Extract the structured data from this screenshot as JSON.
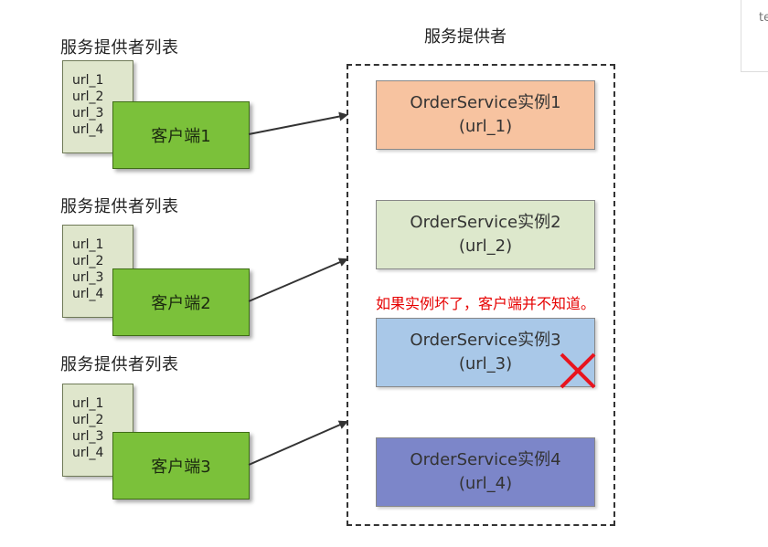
{
  "groups": [
    {
      "title": "服务提供者列表",
      "urls": [
        "url_1",
        "url_2",
        "url_3",
        "url_4"
      ],
      "client": "客户端1"
    },
    {
      "title": "服务提供者列表",
      "urls": [
        "url_1",
        "url_2",
        "url_3",
        "url_4"
      ],
      "client": "客户端2"
    },
    {
      "title": "服务提供者列表",
      "urls": [
        "url_1",
        "url_2",
        "url_3",
        "url_4"
      ],
      "client": "客户端3"
    }
  ],
  "providers": {
    "title": "服务提供者",
    "instances": [
      {
        "name": "OrderService实例1",
        "url": "(url_1)",
        "color": "#f7c3a0"
      },
      {
        "name": "OrderService实例2",
        "url": "(url_2)",
        "color": "#dde8cc"
      },
      {
        "name": "OrderService实例3",
        "url": "(url_3)",
        "color": "#a9c8e8"
      },
      {
        "name": "OrderService实例4",
        "url": "(url_4)",
        "color": "#7c86c9"
      }
    ]
  },
  "note": "如果实例坏了，客户端并不知道。",
  "side_panel": {
    "text": "te"
  },
  "colors": {
    "client": "#7bc13a",
    "note": "#e60000",
    "cross": "#e8141e"
  }
}
